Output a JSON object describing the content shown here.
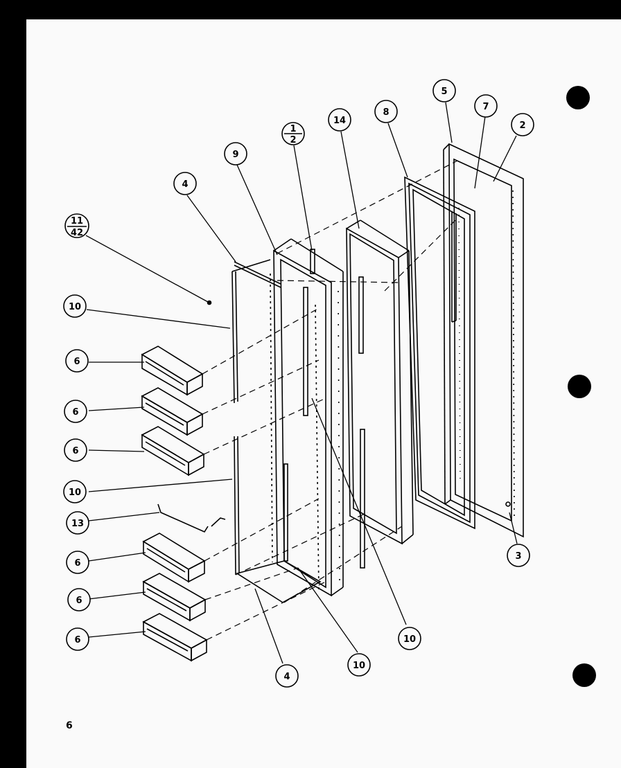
{
  "callouts": {
    "c5": "5",
    "c7": "7",
    "c2": "2",
    "c8": "8",
    "c14": "14",
    "c1_2_top": "1",
    "c1_2_bottom": "2",
    "c9": "9",
    "c4_top": "4",
    "c11_42_top": "11",
    "c11_42_bottom": "42",
    "c10_a": "10",
    "c6_a": "6",
    "c6_b": "6",
    "c6_c": "6",
    "c10_b": "10",
    "c13": "13",
    "c6_d": "6",
    "c6_e": "6",
    "c6_f": "6",
    "c4_bottom": "4",
    "c10_c": "10",
    "c10_d": "10",
    "c3": "3"
  },
  "page_number": "6",
  "colors": {
    "ink": "#000000",
    "paper": "#fafafa",
    "frame": "#000000"
  }
}
